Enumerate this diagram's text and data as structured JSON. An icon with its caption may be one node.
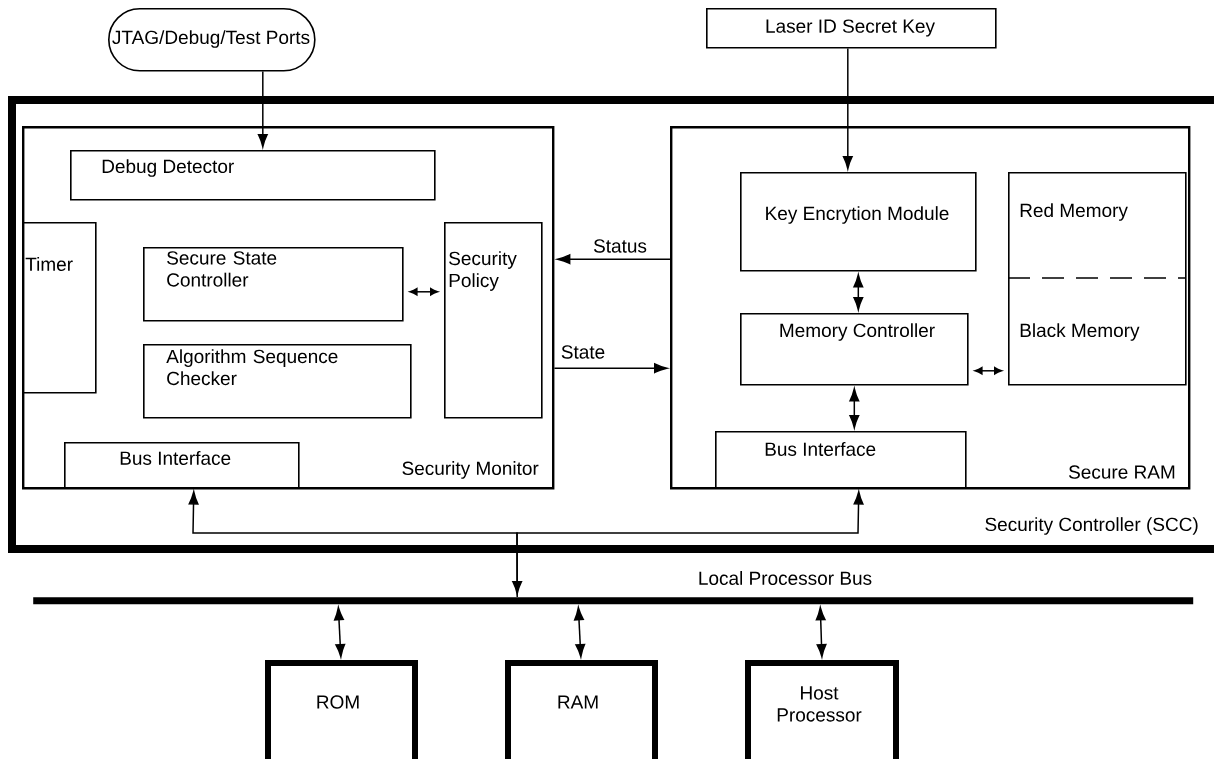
{
  "diagram": {
    "nodes": [
      {
        "text": [
          "JTAG/Debug/Test Ports"
        ]
      },
      {
        "text": [
          "Laser ID Secret Key"
        ]
      },
      {
        "text": [
          "Security Controller (SCC)"
        ]
      },
      {
        "text": [
          "Security Monitor"
        ],
        "in": 2
      },
      {
        "text": [
          "Debug Detector"
        ],
        "in": 3
      },
      {
        "text": [
          "Timer"
        ],
        "in": 3
      },
      {
        "text": [
          "Secure State Controller"
        ],
        "in": 3
      },
      {
        "text": [
          "Algorithm Sequence Checker"
        ],
        "in": 3
      },
      {
        "text": [
          "Security Policy"
        ],
        "in": 3
      },
      {
        "text": [
          "Bus Interface"
        ],
        "in": 3
      },
      {
        "text": [
          "Secure RAM"
        ],
        "in": 2
      },
      {
        "text": [
          "Key Encrytion Module"
        ],
        "in": 10
      },
      {
        "text": [
          "Red Memory",
          "Black Memory"
        ],
        "in": 10
      },
      {
        "text": [
          "Memory Controller"
        ],
        "in": 10
      },
      {
        "text": [
          "Bus Interface"
        ],
        "in": 10
      },
      {
        "text": [
          "Local Processor Bus"
        ]
      },
      {
        "text": [
          "ROM"
        ]
      },
      {
        "text": [
          "RAM"
        ]
      },
      {
        "text": [
          "Host Processor"
        ]
      }
    ],
    "edges": [
      {
        "from": 0,
        "to": 4,
        "arrow": "to"
      },
      {
        "from": 1,
        "to": 11,
        "arrow": "to"
      },
      {
        "from": 10,
        "to": 3,
        "arrow": "to",
        "label": "Status"
      },
      {
        "from": 3,
        "to": 10,
        "arrow": "to",
        "label": "State"
      },
      {
        "from": 6,
        "to": 8,
        "arrow": "both"
      },
      {
        "from": 11,
        "to": 13,
        "arrow": "both"
      },
      {
        "from": 13,
        "to": 12,
        "arrow": "both"
      },
      {
        "from": 13,
        "to": 14,
        "arrow": "both"
      },
      {
        "from": 15,
        "to": 9,
        "arrow": "both"
      },
      {
        "from": 15,
        "to": 14,
        "arrow": "to"
      },
      {
        "from": 15,
        "to": 16,
        "arrow": "both"
      },
      {
        "from": 15,
        "to": 17,
        "arrow": "both"
      },
      {
        "from": 15,
        "to": 18,
        "arrow": "both"
      }
    ]
  }
}
